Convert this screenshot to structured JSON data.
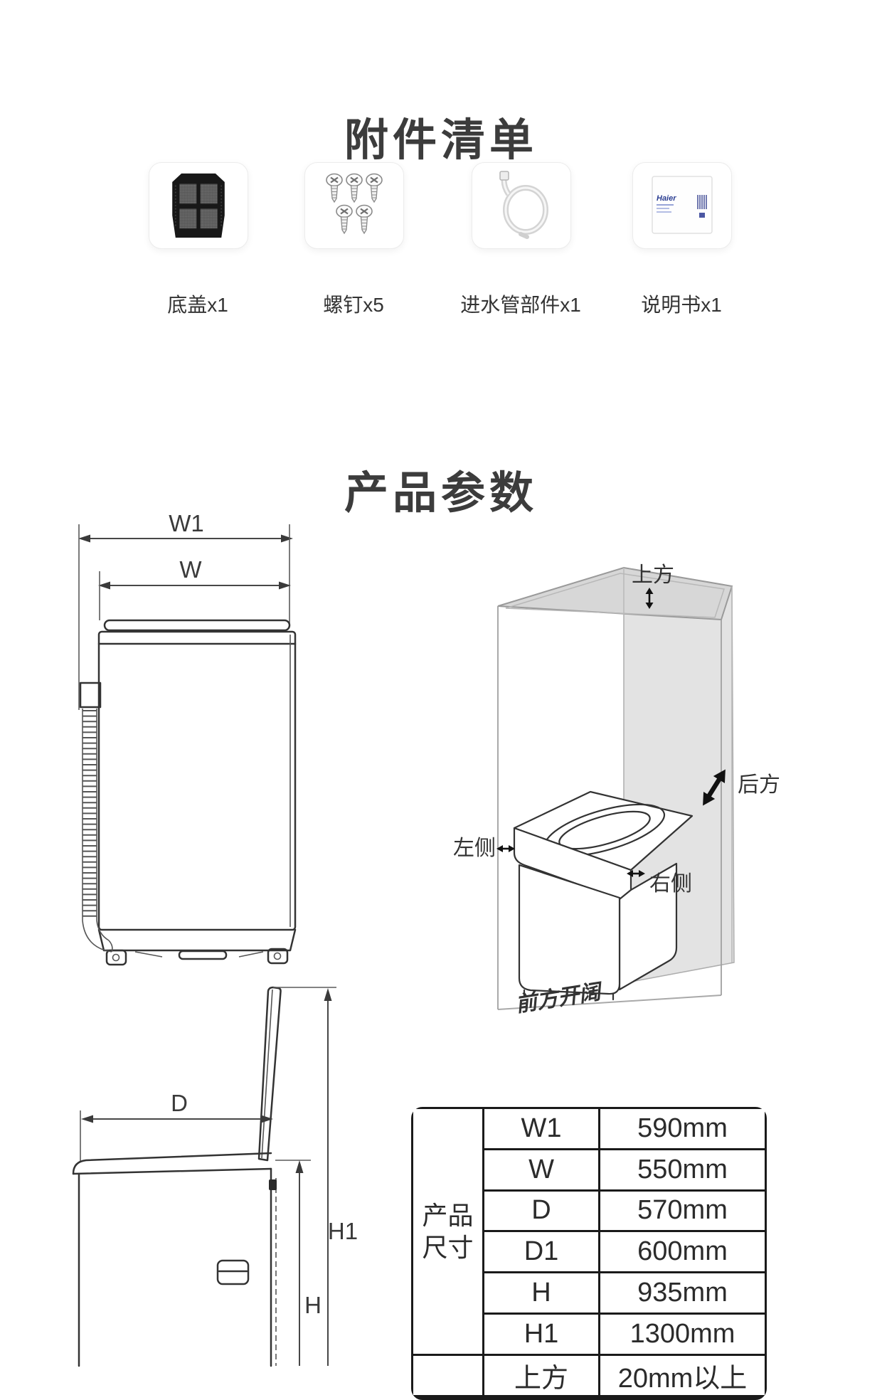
{
  "accessories": {
    "title": "附件清单",
    "items": [
      {
        "label": "底盖x1",
        "icon": "base-cover-icon"
      },
      {
        "label": "螺钉x5",
        "icon": "screws-icon"
      },
      {
        "label": "进水管部件x1",
        "icon": "inlet-hose-icon"
      },
      {
        "label": "说明书x1",
        "icon": "manual-icon",
        "brand": "Haier"
      }
    ]
  },
  "parameters": {
    "title": "产品参数",
    "front_view": {
      "w1": "W1",
      "w": "W"
    },
    "clearance_view": {
      "top": "上方",
      "back": "后方",
      "left": "左侧",
      "right": "右侧",
      "front_note": "前方开阔"
    },
    "side_view": {
      "d": "D",
      "h1": "H1",
      "h": "H"
    },
    "table": {
      "group_label_line1": "产品",
      "group_label_line2": "尺寸",
      "rows": [
        {
          "name": "W1",
          "value": "590mm"
        },
        {
          "name": "W",
          "value": "550mm"
        },
        {
          "name": "D",
          "value": "570mm"
        },
        {
          "name": "D1",
          "value": "600mm"
        },
        {
          "name": "H",
          "value": "935mm"
        },
        {
          "name": "H1",
          "value": "1300mm"
        },
        {
          "name": "上方",
          "value": "20mm以上"
        }
      ]
    }
  },
  "colors": {
    "line": "#3a3a3a",
    "envelope_line": "#a0a0a0",
    "top_face_gray": "#d7d7d7",
    "back_wall_gray": "#e3e3e3",
    "haier_blue": "#2b3e92"
  }
}
